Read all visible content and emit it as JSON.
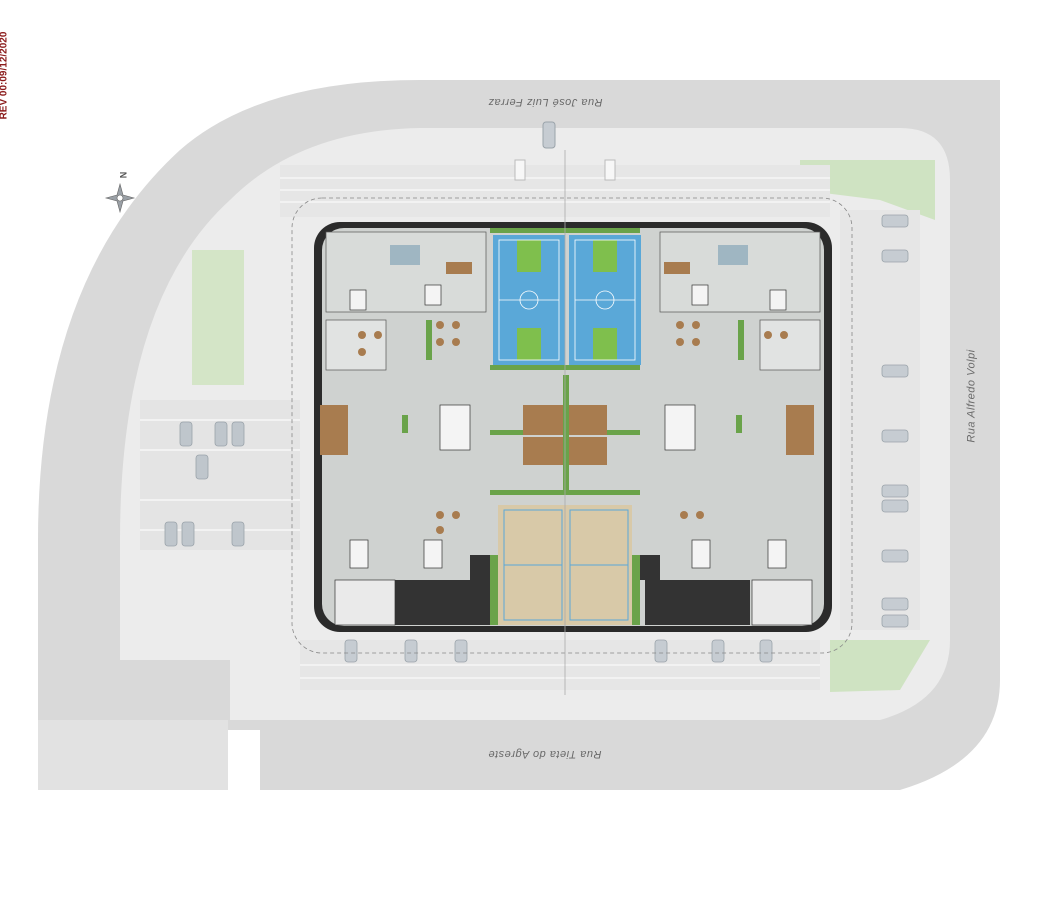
{
  "revision_label": "REV 00:09/12/2020",
  "streets": {
    "top": "Rua José Luiz Ferraz",
    "bottom": "Rua Tieta do Agreste",
    "right": "Rua Alfredo Volpi"
  },
  "compass": {
    "label": "N",
    "icon": "compass-rose-icon"
  },
  "colors": {
    "road": "#d9d9d9",
    "sidewalk": "#ececec",
    "grass": "#cfe3c2",
    "building_shadow": "#2b2b2b",
    "floor": "#cfd2d0",
    "court_blue": "#5aa8d8",
    "court_green": "#7fbf4d",
    "sand": "#d8c9a8",
    "wood": "#a87c4f",
    "kitchen": "#333333",
    "revision": "#8b1a1a"
  }
}
